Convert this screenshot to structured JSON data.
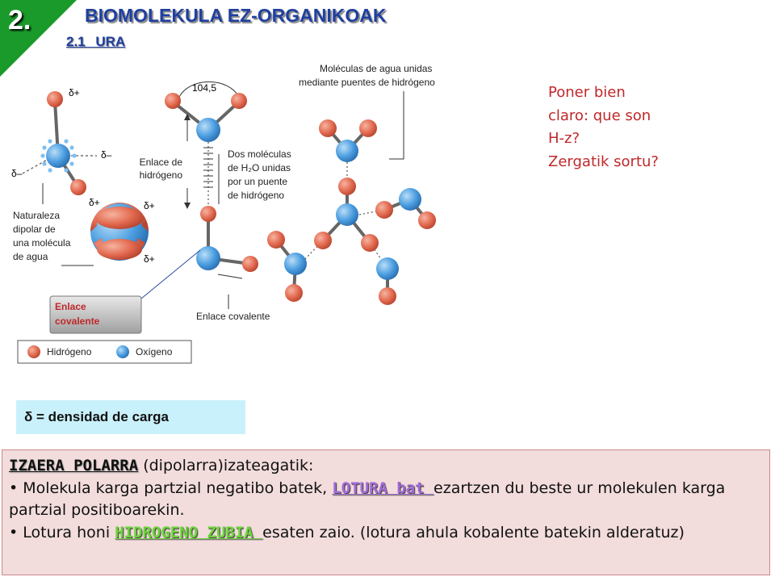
{
  "header": {
    "slide_number": "2.",
    "title": "BIOMOLEKULA EZ-ORGANIKOAK",
    "subtitle": "2.1   URA"
  },
  "figure": {
    "angle_label": "104,5",
    "delta_plus": "δ+",
    "delta_minus": "δ–",
    "dipole_caption": [
      "Naturaleza",
      "dipolar de",
      "una molécula",
      "de agua"
    ],
    "hbond_caption": [
      "Enlace de",
      "hidrógeno"
    ],
    "two_molecules_caption": [
      "Dos moléculas",
      "de H₂O unidas",
      "por un puente",
      "de hidrógeno"
    ],
    "network_caption": [
      "Moléculas de agua unidas",
      "mediante puentes de hidrógeno"
    ],
    "covalent_caption": "Enlace covalente",
    "covalent_button": [
      "Enlace",
      "covalente"
    ],
    "legend_hydrogen": "Hidrógeno",
    "legend_oxygen": "Oxígeno"
  },
  "note": {
    "lines": [
      "Poner bien",
      "claro: que son",
      "H-z?",
      "Zergatik sortu?"
    ]
  },
  "delta_legend": "δ = densidad de carga",
  "body": {
    "heading": "IZAERA POLARRA",
    "heading_rest": " (dipolarra)izateagatik:",
    "bullet1_pre": "Molekula karga partzial negatibo batek, ",
    "bullet1_kw": "LOTURA bat ",
    "bullet1_post": "ezartzen du beste ur molekulen karga partzial positiboarekin.",
    "bullet2_pre": "Lotura honi ",
    "bullet2_kw": "HIDROGENO ZUBIA ",
    "bullet2_post": "esaten zaio. (lotura ahula kobalente batekin alderatuz)"
  },
  "colors": {
    "hydrogen": "#e26a50",
    "oxygen": "#4a9de0",
    "accent_green": "#1a9a2a",
    "note_red": "#c0282a"
  }
}
